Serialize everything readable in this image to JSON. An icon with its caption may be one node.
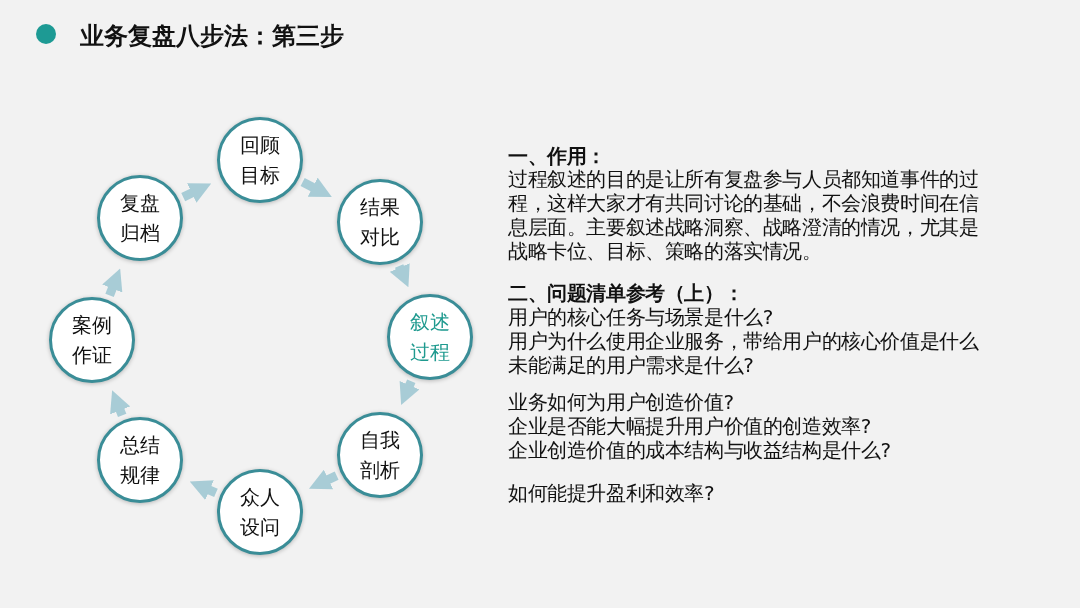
{
  "diagram": {
    "title": "业务复盘八步法：第三步",
    "nodes": [
      {
        "text": [
          "回顾目标"
        ]
      },
      {
        "text": [
          "结果对比"
        ]
      },
      {
        "text": [
          "叙述过程"
        ]
      },
      {
        "text": [
          "自我剖析"
        ]
      },
      {
        "text": [
          "众人设问"
        ]
      },
      {
        "text": [
          "总结规律"
        ]
      },
      {
        "text": [
          "案例作证"
        ]
      },
      {
        "text": [
          "复盘归档"
        ]
      }
    ],
    "edges": [
      {
        "from": 0,
        "to": 1,
        "arrow": "to"
      },
      {
        "from": 1,
        "to": 2,
        "arrow": "to"
      },
      {
        "from": 2,
        "to": 3,
        "arrow": "to"
      },
      {
        "from": 3,
        "to": 4,
        "arrow": "to"
      },
      {
        "from": 4,
        "to": 5,
        "arrow": "to"
      },
      {
        "from": 5,
        "to": 6,
        "arrow": "to"
      },
      {
        "from": 6,
        "to": 7,
        "arrow": "to"
      },
      {
        "from": 7,
        "to": 0,
        "arrow": "to"
      }
    ],
    "labels": [
      "一、作用：",
      "过程叙述的目的是让所有复盘参与人员都知道事件的过程，这样大家才有共同讨论的基础，不会浪费时间在信息层面。主要叙述战略洞察、战略澄清的情况，尤其是战略卡位、目标、策略的落实情况。",
      "二、问题清单参考（上）：",
      "用户的核心任务与场景是什么?",
      "用户为什么使用企业服务，带给用户的核心价值是什么未能满足的用户需求是什么?",
      "业务如何为用户创造价值?",
      "企业是否能大幅提升用户价值的创造效率?",
      "企业创造价值的成本结构与收益结构是什么?",
      "如何能提升盈利和效率?"
    ]
  }
}
